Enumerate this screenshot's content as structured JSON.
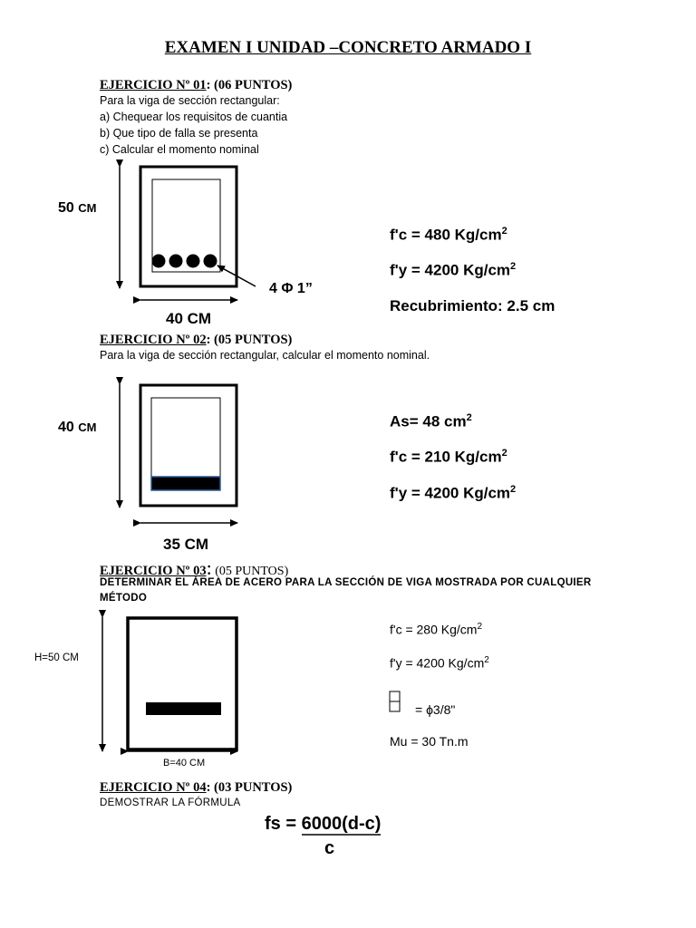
{
  "title": "EXAMEN I  UNIDAD –CONCRETO ARMADO I",
  "ex1": {
    "label": "EJERCICIO Nº 01",
    "points": ": (06 PUNTOS)",
    "intro": "Para la viga de sección rectangular:",
    "items": [
      "a)  Chequear los requisitos de cuantia",
      "b)  Que tipo de falla se presenta",
      "c)  Calcular el momento nominal"
    ],
    "height_num": "50",
    "height_unit": "CM",
    "width": "40 CM",
    "bars": "4 Φ 1”",
    "props": {
      "fc": "f'c =   480 Kg/cm",
      "fy": "f'y = 4200 Kg/cm",
      "sup": "2",
      "rec": "Recubrimiento: 2.5 cm"
    }
  },
  "ex2": {
    "label": "EJERCICIO Nº 02",
    "points": ": (05 PUNTOS)",
    "intro": "Para la viga de sección rectangular, calcular el momento nominal.",
    "height_num": "40",
    "height_unit": "CM",
    "width": "35 CM",
    "props": {
      "as": "As=   48 cm",
      "fc": "f'c =   210 Kg/cm",
      "fy": "f'y = 4200 Kg/cm",
      "sup": "2"
    }
  },
  "ex3": {
    "label": "EJERCICIO Nº 03",
    "colon": ":",
    "points": " (05 PUNTOS)",
    "line1": "DETERMINAR EL ÁREA DE ACERO PARA LA SECCIÓN DE VIGA MOSTRADA POR CUALQUIER",
    "line2": "MÉTODO",
    "height": "H=50 CM",
    "width": "B=40 CM",
    "props": {
      "fc": "f'c =    280 Kg/cm",
      "fy": "f'y =    4200 Kg/cm",
      "sup": "2",
      "stirrup": "=  ϕ3/8\"",
      "mu": "Mu =   30 Tn.m"
    }
  },
  "ex4": {
    "label": "EJERCICIO Nº 04",
    "points": ": (03 PUNTOS)",
    "instruction": "DEMOSTRAR LA FÓRMULA",
    "formula_left": "fs = ",
    "formula_num": "6000(d-c)",
    "formula_den": "c"
  }
}
